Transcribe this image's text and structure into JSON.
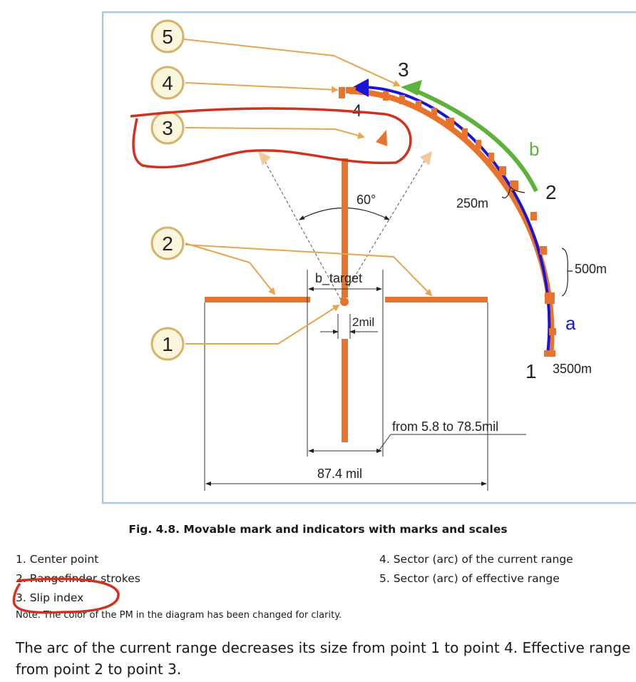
{
  "figure": {
    "callouts": [
      "5",
      "4",
      "3",
      "2",
      "1"
    ],
    "arc_points": [
      "3",
      "4",
      "2",
      "1"
    ],
    "arc_labels": {
      "a": "a",
      "b": "b"
    },
    "range_labels": {
      "r250": "250m",
      "r500": "500m",
      "r3500": "3500m"
    },
    "angle_label": "60°",
    "b_target": "b_target",
    "mil2": "2mil",
    "from_range": "from 5.8 to 78.5mil",
    "width_label": "87.4 mil"
  },
  "caption": "Fig. 4.8. Movable mark and indicators with marks and scales",
  "legend": {
    "item1": "1. Center point",
    "item2": "2. Rangefinder strokes",
    "item3": "3. Slip index",
    "item4": "4. Sector (arc) of the current range",
    "item5": "5. Sector (arc) of effective range"
  },
  "note": "Note. The color of the PM in the diagram has been changed for clarity.",
  "paragraph": {
    "line1": "The arc of the current range decreases its size from point 1 to point 4. Effective range",
    "line2": "from point 2 to point 3."
  },
  "colors": {
    "orange": "#e8742c",
    "blue": "#1a14d8",
    "green": "#5db33a",
    "annotation_red": "#d0321f",
    "callout_fill": "#fbf6dc",
    "callout_stroke": "#d6b36a",
    "frame": "#a9c9d8"
  }
}
